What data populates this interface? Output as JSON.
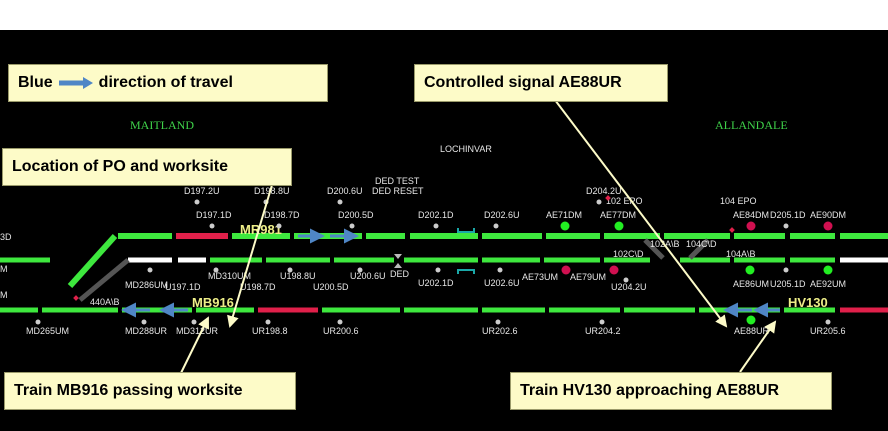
{
  "stations": {
    "left": "MAITLAND",
    "middle": "LOCHINVAR",
    "right": "ALLANDALE"
  },
  "callouts": {
    "direction_prefix": "Blue",
    "direction_suffix": "direction of  travel",
    "controlled_signal": "Controlled signal AE88UR",
    "po_location": "Location of PO and worksite",
    "train_mb916": "Train MB916 passing worksite",
    "train_hv130": "Train HV130 approaching AE88UR"
  },
  "trains": {
    "upper": "MR981",
    "lower": "MB916",
    "right": "HV130"
  },
  "ded": {
    "test": "DED TEST",
    "reset": "DED RESET",
    "ded": "DED"
  },
  "signals_top": {
    "d197_2u": "D197.2U",
    "d198_8u": "D198.8U",
    "d200_6u": "D200.6U",
    "d204_2u": "D204.2U",
    "epo_102": "102 EPO",
    "epo_104": "104 EPO"
  },
  "signals_up": {
    "d197_1d": "D197.1D",
    "d198_7d": "D198.7D",
    "d200_5d": "D200.5D",
    "d202_1d": "D202.1D",
    "d202_6u": "D202.6U",
    "ae71dm": "AE71DM",
    "ae77dm": "AE77DM",
    "ae84dm": "AE84DM",
    "d205_1d": "D205.1D",
    "ae90dm": "AE90DM",
    "left_edge": "3D"
  },
  "signals_mid": {
    "md286um": "MD286UM",
    "md310um": "MD310UM",
    "u198_8u": "U198.8U",
    "u200_6u": "U200.6U",
    "u202_1d": "U202.1D",
    "u202_6u": "U202.6U",
    "ae73um": "AE73UM",
    "ae79um": "AE79UM",
    "u204_2u": "U204.2U",
    "ae86um": "AE86UM",
    "u205_1d": "U205.1D",
    "ae92um": "AE92UM",
    "u197_1d": "U197.1D",
    "u198_7d": "U198.7D",
    "u200_5d": "U200.5D",
    "left_edge": "M"
  },
  "points": {
    "p102a": "102A\\B",
    "p104c": "104C\\D",
    "p102c": "102C\\D",
    "p104a": "104A\\B",
    "p440a": "440A\\B"
  },
  "signals_low": {
    "md265um": "MD265UM",
    "md288ur": "MD288UR",
    "md312ur": "MD312UR",
    "ur198_8": "UR198.8",
    "ur200_6": "UR200.6",
    "ur202_6": "UR202.6",
    "ur204_2": "UR204.2",
    "ae88ur": "AE88UR",
    "ur205_6": "UR205.6",
    "left_edge": "M"
  },
  "colors": {
    "track_green": "#3ee83e",
    "track_red": "#e0204a",
    "track_white": "#ffffff",
    "travel_blue": "#4f86c6",
    "signal_red": "#d01050",
    "signal_green": "#22ee22"
  }
}
